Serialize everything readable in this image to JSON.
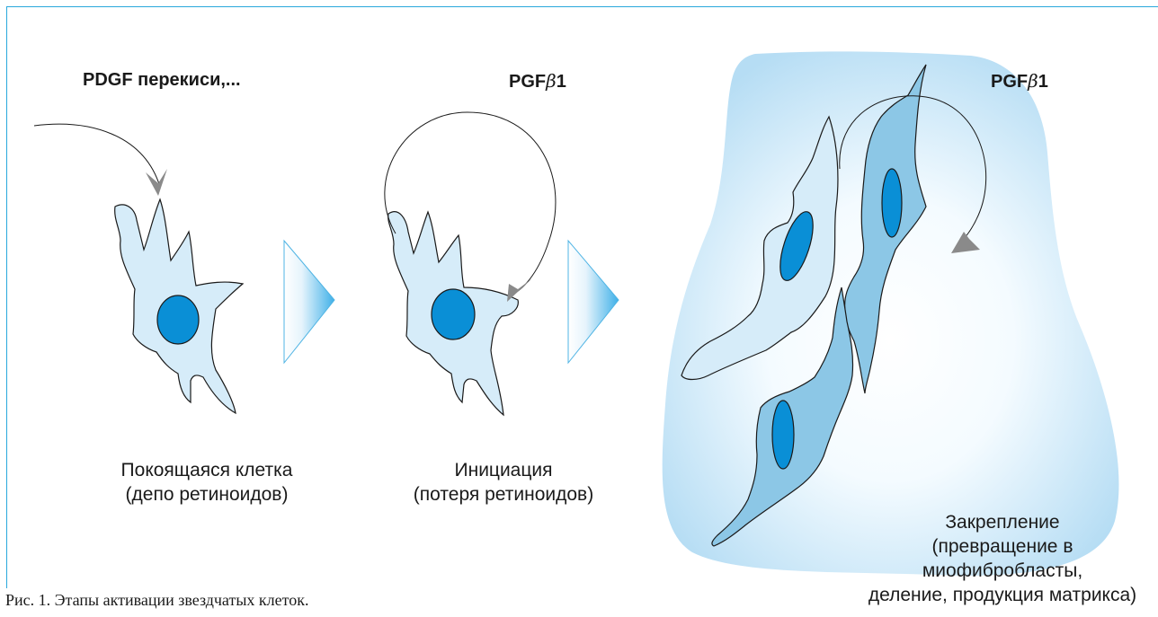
{
  "factors": {
    "stage1": "PDGF перекиси,...",
    "stage2_prefix": "PGF",
    "stage2_symbol": "β",
    "stage2_suffix": "1",
    "stage3_prefix": "PGF",
    "stage3_symbol": "β",
    "stage3_suffix": "1"
  },
  "stages": [
    {
      "line1": "Покоящаяся клетка",
      "line2": "(депо ретиноидов)"
    },
    {
      "line1": "Инициация",
      "line2": "(потеря ретиноидов)"
    },
    {
      "line1": "Закрепление",
      "line2": "(превращение в миофибробласты,",
      "line3": "деление, продукция матрикса)"
    }
  ],
  "caption": "Рис. 1. Этапы активации звездчатых клеток.",
  "colors": {
    "frame": "#29a8dc",
    "cell_light": "#d6ecf9",
    "cell_dark": "#8cc7e6",
    "nucleus": "#0a8fd6",
    "arrow_head": "#8a8a8a",
    "glow": "#b9e0f5"
  }
}
